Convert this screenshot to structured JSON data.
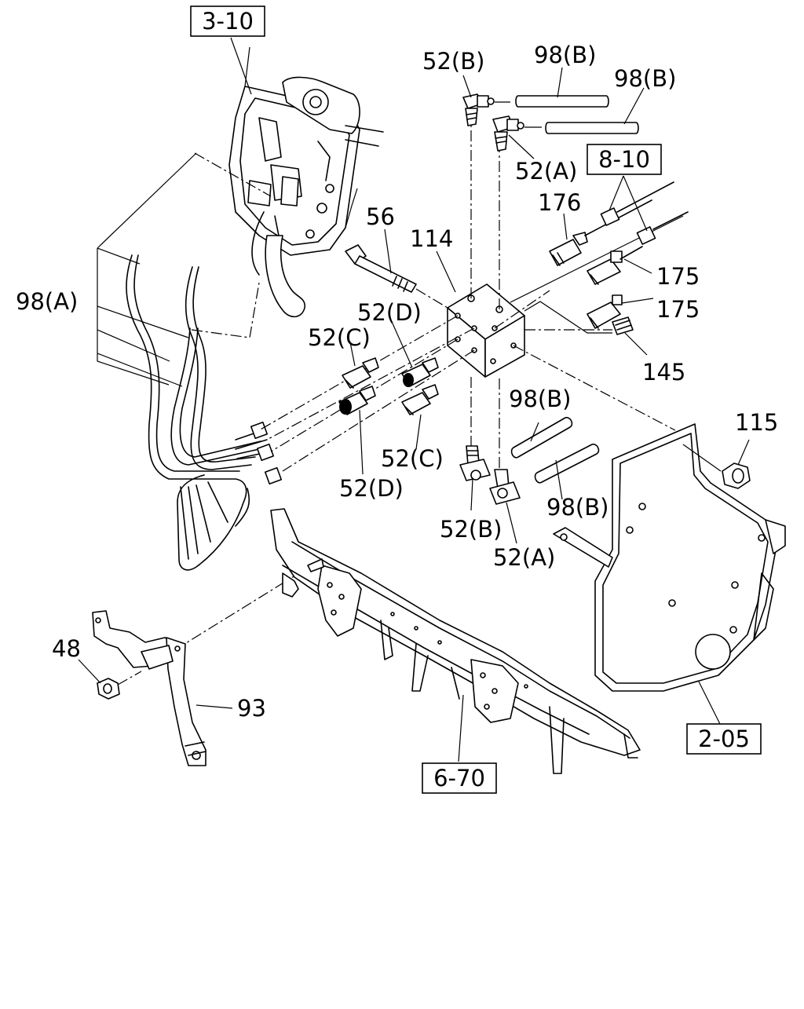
{
  "diagram": {
    "reference_boxes": {
      "ref_3_10": "3-10",
      "ref_8_10": "8-10",
      "ref_2_05": "2-05",
      "ref_6_70": "6-70"
    },
    "labels": {
      "l_52b_top": "52(B)",
      "l_98b_top1": "98(B)",
      "l_98b_top2": "98(B)",
      "l_52a_top": "52(A)",
      "l_176": "176",
      "l_175_a": "175",
      "l_175_b": "175",
      "l_145": "145",
      "l_56": "56",
      "l_114": "114",
      "l_52d_top": "52(D)",
      "l_52c_top": "52(C)",
      "l_98a": "98(A)",
      "l_52c_bot": "52(C)",
      "l_52d_bot": "52(D)",
      "l_98b_mid": "98(B)",
      "l_98b_low": "98(B)",
      "l_52b_bot": "52(B)",
      "l_52a_bot": "52(A)",
      "l_115": "115",
      "l_48": "48",
      "l_93": "93"
    }
  }
}
